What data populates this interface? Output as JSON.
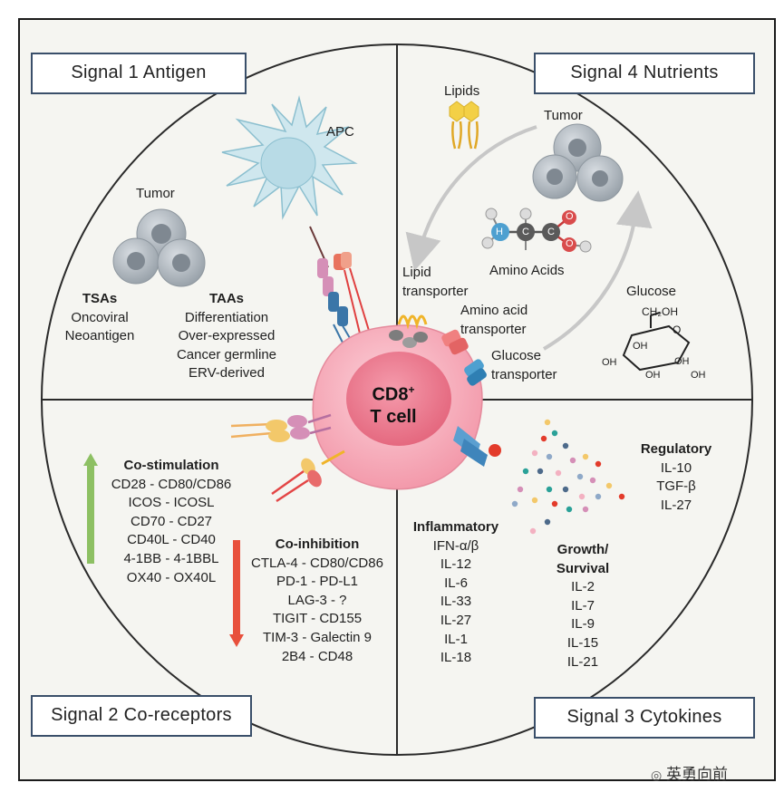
{
  "signals": {
    "s1": "Signal 1 Antigen",
    "s2": "Signal 2 Co-receptors",
    "s3": "Signal 3 Cytokines",
    "s4": "Signal 4 Nutrients"
  },
  "q1": {
    "tumor": "Tumor",
    "apc": "APC",
    "tsas": {
      "title": "TSAs",
      "items": [
        "Oncoviral",
        "Neoantigen"
      ]
    },
    "taas": {
      "title": "TAAs",
      "items": [
        "Differentiation",
        "Over-expressed",
        "Cancer germline",
        "ERV-derived"
      ]
    }
  },
  "q4": {
    "lipids": "Lipids",
    "tumor": "Tumor",
    "amino_acids": "Amino Acids",
    "glucose": "Glucose",
    "lipid_transporter": [
      "Lipid",
      "transporter"
    ],
    "amino_acid_transporter": [
      "Amino acid",
      "transporter"
    ],
    "glucose_transporter": [
      "Glucose",
      "transporter"
    ],
    "atoms": {
      "h": "H",
      "c": "C",
      "o": "O"
    },
    "glucose_labels": {
      "ch2oh": "CH₂OH",
      "oh": "OH",
      "o": "O"
    }
  },
  "cell": {
    "line1": "CD8",
    "sup": "+",
    "line2": "T cell"
  },
  "q2": {
    "costim": {
      "title": "Co-stimulation",
      "items": [
        "CD28 - CD80/CD86",
        "ICOS - ICOSL",
        "CD70 - CD27",
        "CD40L - CD40",
        "4-1BB - 4-1BBL",
        "OX40 - OX40L"
      ]
    },
    "coinhib": {
      "title": "Co-inhibition",
      "items": [
        "CTLA-4 - CD80/CD86",
        "PD-1 - PD-L1",
        "LAG-3 - ?",
        "TIGIT - CD155",
        "TIM-3 - Galectin 9",
        "2B4 - CD48"
      ]
    },
    "colors": {
      "up_arrow": "#8dc063",
      "down_arrow": "#e8503c"
    }
  },
  "q3": {
    "regulatory": {
      "title": "Regulatory",
      "items": [
        "IL-10",
        "TGF-β",
        "IL-27"
      ]
    },
    "inflammatory": {
      "title": "Inflammatory",
      "items": [
        "IFN-α/β",
        "IL-12",
        "IL-6",
        "IL-33",
        "IL-27",
        "IL-1",
        "IL-18"
      ]
    },
    "growth": {
      "title": [
        "Growth/",
        "Survival"
      ],
      "items": [
        "IL-2",
        "IL-7",
        "IL-9",
        "IL-15",
        "IL-21"
      ]
    }
  },
  "watermark": "英勇向前",
  "colors": {
    "cell_pink": "#f6a9b5",
    "nucleus": "#ec6f86",
    "apc_blue": "#cfe7ee",
    "box_border": "#3a4f6a"
  }
}
